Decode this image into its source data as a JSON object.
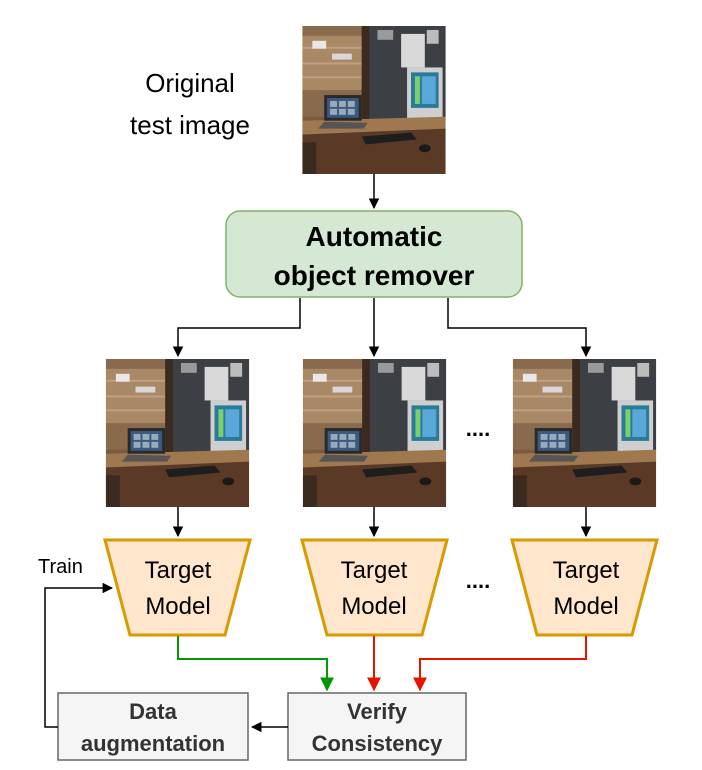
{
  "diagram": {
    "original_label_line1": "Original",
    "original_label_line2": "test image",
    "remover_line1": "Automatic",
    "remover_line2": "object remover",
    "ellipsis_images": "....",
    "ellipsis_models": "....",
    "model_line1": "Target",
    "model_line2": "Model",
    "train_label": "Train",
    "verify_line1": "Verify",
    "verify_line2": "Consistency",
    "augment_line1": "Data",
    "augment_line2": "augmentation",
    "images": {
      "original": "Original test image (desk with laptop and CRT monitor)",
      "variant": "Image with an object removed"
    },
    "colors": {
      "remover_fill": "#d5e8d4",
      "remover_stroke": "#82b366",
      "model_fill": "#ffe6cc",
      "model_stroke": "#d79b00",
      "box_fill": "#f5f5f5",
      "box_stroke": "#666666",
      "arrow_black": "#000000",
      "arrow_green": "#009900",
      "arrow_red": "#e51400"
    }
  }
}
